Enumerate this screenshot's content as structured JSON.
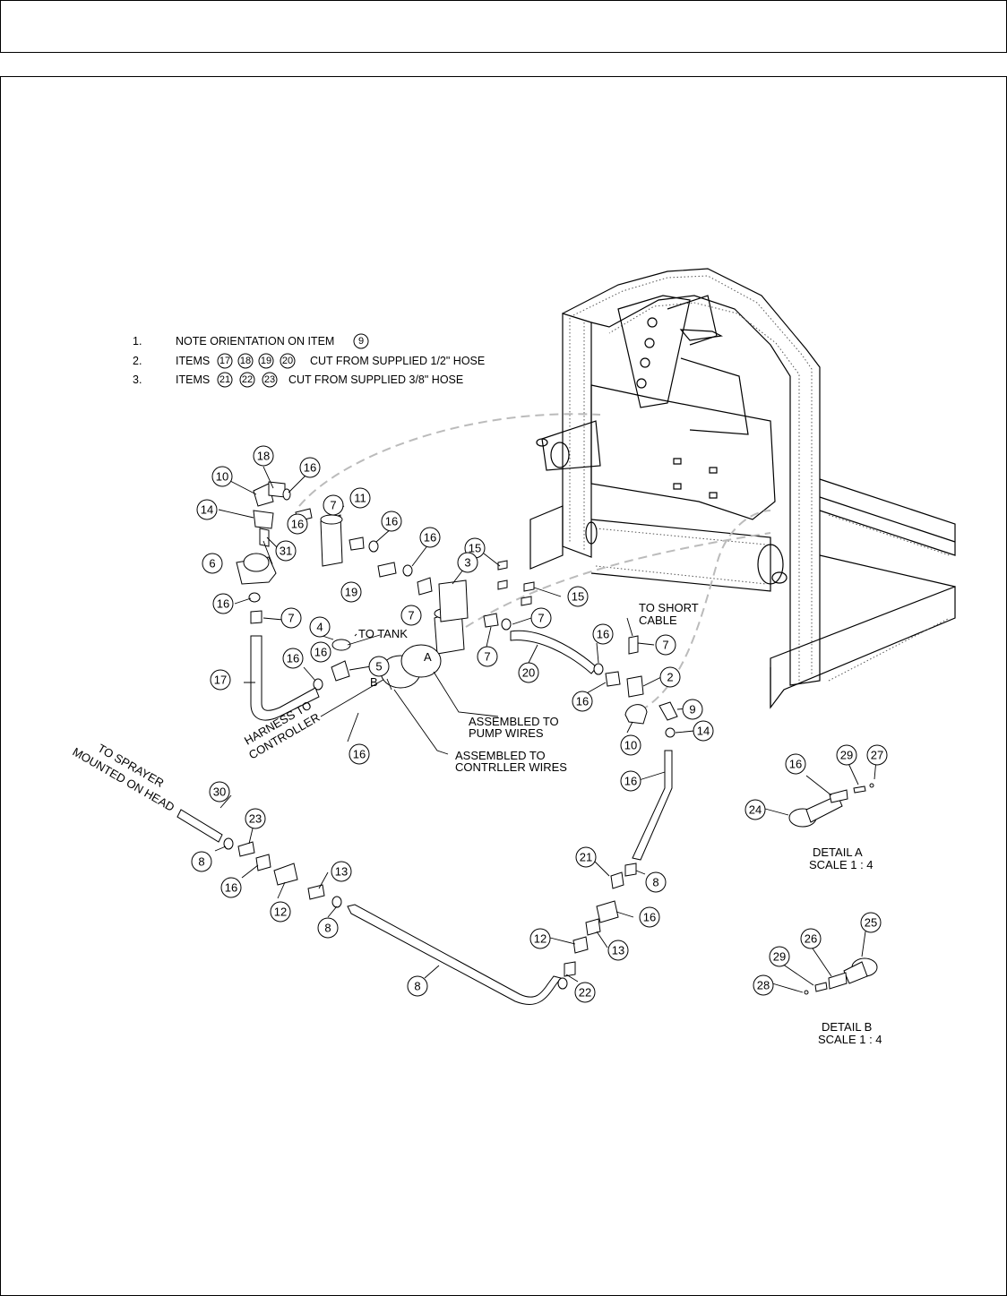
{
  "notes": [
    {
      "num": "1.",
      "text": "NOTE ORIENTATION ON ITEM",
      "items": [
        "9"
      ],
      "suffix": ""
    },
    {
      "num": "2.",
      "text": "ITEMS",
      "items": [
        "17",
        "18",
        "19",
        "20"
      ],
      "suffix": "CUT FROM SUPPLIED 1/2\" HOSE"
    },
    {
      "num": "3.",
      "text": "ITEMS",
      "items": [
        "21",
        "22",
        "23"
      ],
      "suffix": "CUT FROM SUPPLIED 3/8\" HOSE"
    }
  ],
  "labels": {
    "to_tank": "TO TANK",
    "to_short_cable_1": "TO SHORT",
    "to_short_cable_2": "CABLE",
    "harness_1": "HARNESS TO",
    "harness_2": "CONTROLLER",
    "pump_wires_1": "ASSEMBLED TO",
    "pump_wires_2": "PUMP WIRES",
    "ctrl_wires_1": "ASSEMBLED TO",
    "ctrl_wires_2": "CONTRLLER WIRES",
    "sprayer_1": "TO SPRAYER",
    "sprayer_2": "MOUNTED ON HEAD",
    "detail_a_1": "DETAIL A",
    "detail_a_2": "SCALE 1 : 4",
    "detail_b_1": "DETAIL B",
    "detail_b_2": "SCALE 1 : 4",
    "letter_a": "A",
    "letter_b": "B"
  },
  "callouts": [
    "18",
    "16",
    "10",
    "14",
    "16",
    "7",
    "11",
    "16",
    "31",
    "6",
    "16",
    "16",
    "7",
    "19",
    "16",
    "7",
    "15",
    "3",
    "15",
    "7",
    "4",
    "16",
    "7",
    "5",
    "17",
    "16",
    "20",
    "16",
    "7",
    "2",
    "9",
    "10",
    "14",
    "16",
    "30",
    "23",
    "8",
    "16",
    "12",
    "13",
    "8",
    "16",
    "21",
    "8",
    "16",
    "13",
    "12",
    "8",
    "22",
    "16",
    "29",
    "27",
    "24",
    "25",
    "26",
    "29",
    "28",
    "24"
  ]
}
